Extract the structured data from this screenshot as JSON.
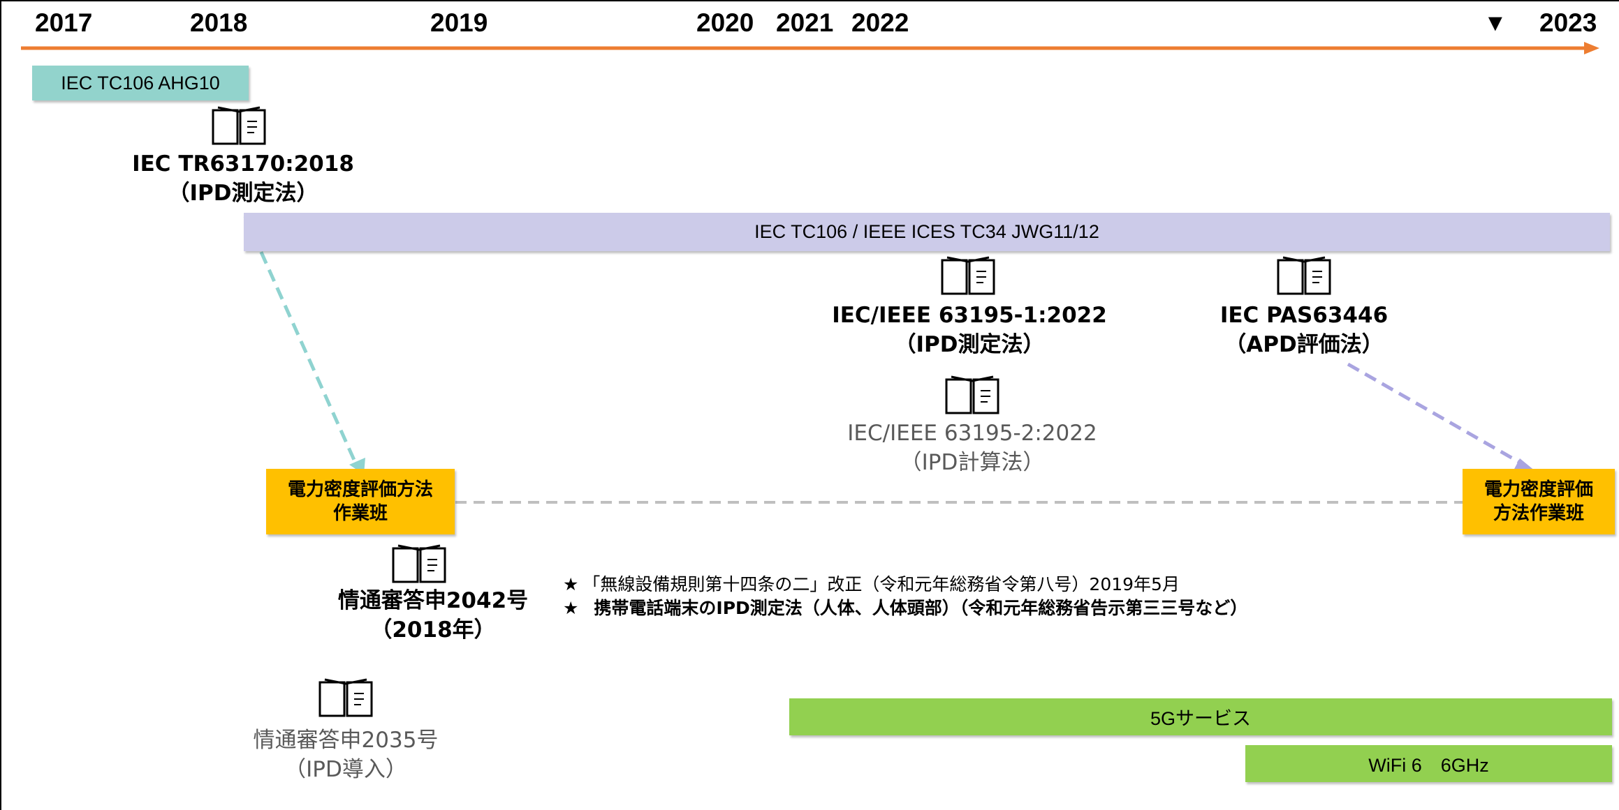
{
  "timeline": {
    "years": [
      "2017",
      "2018",
      "2019",
      "2020",
      "2021",
      "2022",
      "2023"
    ],
    "current_marker": "▼"
  },
  "bars": {
    "ahg10": "IEC TC106 AHG10",
    "jwg": "IEC TC106 / IEEE ICES TC34 JWG11/12",
    "fiveg": "5Gサービス",
    "wifi": "WiFi 6　6GHz"
  },
  "documents": {
    "tr63170": {
      "line1": "IEC TR63170:2018",
      "line2": "（IPD測定法）"
    },
    "iec63195_1": {
      "line1": "IEC/IEEE 63195-1:2022",
      "line2": "（IPD測定法）"
    },
    "pas63446": {
      "line1": "IEC PAS63446",
      "line2": "（APD評価法）"
    },
    "iec63195_2": {
      "line1": "IEC/IEEE 63195-2:2022",
      "line2": "（IPD計算法）"
    },
    "report2042": {
      "line1": "情通審答申2042号",
      "line2": "（2018年）"
    },
    "report2035": {
      "line1": "情通審答申2035号",
      "line2": "（IPD導入）"
    }
  },
  "groups": {
    "left": "電力密度評価方法\n作業班",
    "right": "電力密度評価\n方法作業班"
  },
  "notes": {
    "note1": "「無線設備規則第十四条の二」改正（令和元年総務省令第八号）2019年5月",
    "note2": "携帯電話端末のIPD測定法（人体、人体頭部）（令和元年総務省告示第三三号など）",
    "star": "★"
  },
  "colors": {
    "timeline_arrow": "#ed7d31",
    "ahg10_bar": "#92d3cc",
    "jwg_bar": "#cccbe9",
    "green_bar": "#92d050",
    "group_box": "#ffc000",
    "teal_arrow": "#8fd3d0",
    "purple_arrow": "#a9a4e0",
    "grey_dash": "#bfbfbf"
  }
}
